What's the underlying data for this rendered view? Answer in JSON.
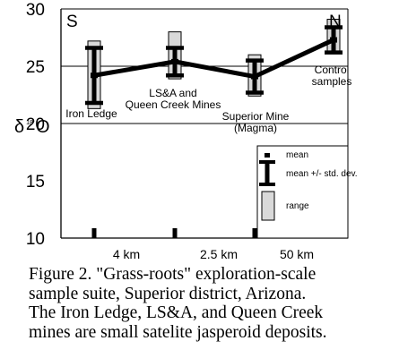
{
  "chart_data": {
    "type": "range-bar",
    "ylim": [
      10,
      30
    ],
    "y_ticks": [
      "30",
      "25",
      "20",
      "15",
      "10"
    ],
    "y_tick_values": [
      30,
      25,
      20,
      15,
      10
    ],
    "gridlines_y": [
      25,
      20
    ],
    "ylabel": {
      "main": "δ",
      "sup": "18",
      "tail": "O"
    },
    "corner_labels": {
      "left": "S",
      "right": "N"
    },
    "x_labels": [
      "4 km",
      "2.5 km",
      "50 km"
    ],
    "series": [
      {
        "label": "Iron Ledge",
        "mean": 24.2,
        "std_low": 21.8,
        "std_high": 26.6,
        "range_low": 21.3,
        "range_high": 27.2
      },
      {
        "label": "LS&A and\nQueen Creek Mines",
        "mean": 25.4,
        "std_low": 24.2,
        "std_high": 26.6,
        "range_low": 23.9,
        "range_high": 28.0
      },
      {
        "label": "Superior Mine\n(Magma)",
        "mean": 24.1,
        "std_low": 22.7,
        "std_high": 25.5,
        "range_low": 22.4,
        "range_high": 26.0
      },
      {
        "label": "Control\nsamples",
        "mean": 27.3,
        "std_low": 26.2,
        "std_high": 28.4,
        "range_low": 26.1,
        "range_high": 29.1
      }
    ],
    "legend": {
      "placement": "bottom-right",
      "items": [
        "mean",
        "mean +/- std. dev.",
        "range"
      ]
    },
    "colors": {
      "range_fill": "#d9d9d9",
      "line": "#000000",
      "grid": "#000000"
    }
  },
  "caption": "Figure 2. \"Grass-roots\" exploration-scale\nsample suite, Superior district, Arizona.\nThe Iron Ledge, LS&A, and Queen Creek\nmines are small satelite jasperoid deposits."
}
